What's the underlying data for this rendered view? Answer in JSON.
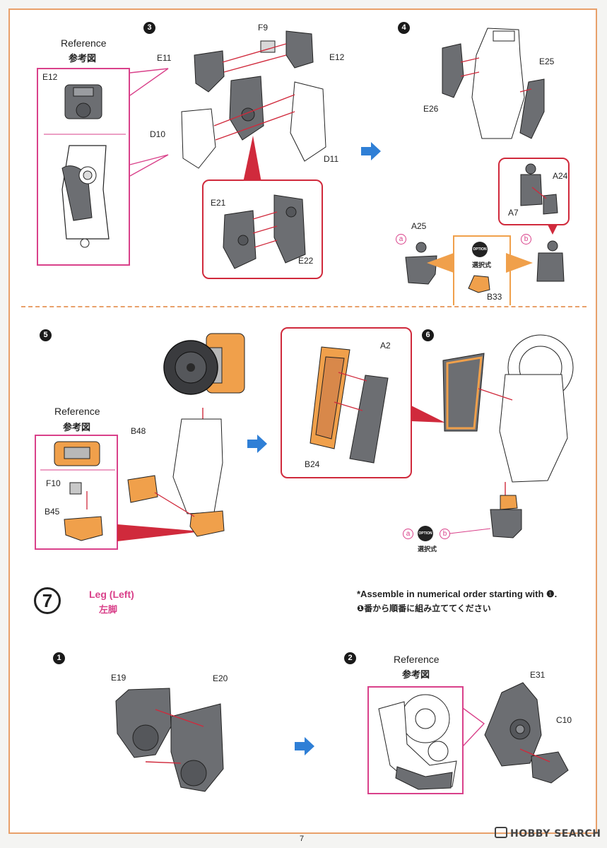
{
  "steps": {
    "s3": {
      "num": "3"
    },
    "s4": {
      "num": "4"
    },
    "s5": {
      "num": "5"
    },
    "s6": {
      "num": "6"
    },
    "leg1": {
      "num": "1"
    },
    "leg2": {
      "num": "2"
    }
  },
  "reference": {
    "title_en": "Reference",
    "title_jp": "参考図"
  },
  "parts": {
    "e12_ref": "E12",
    "f9": "F9",
    "e11": "E11",
    "e12": "E12",
    "d10": "D10",
    "d11": "D11",
    "e21": "E21",
    "e22": "E22",
    "e25": "E25",
    "e26": "E26",
    "a24": "A24",
    "a7": "A7",
    "a25": "A25",
    "b33": "B33",
    "a2": "A2",
    "b24": "B24",
    "b48": "B48",
    "f10": "F10",
    "b45": "B45",
    "e19": "E19",
    "e20": "E20",
    "e31": "E31",
    "c10": "C10"
  },
  "option": {
    "badge": "OPTION",
    "label_jp": "選択式",
    "a": "a",
    "b": "b"
  },
  "section7": {
    "number": "7",
    "title_en": "Leg (Left)",
    "title_jp": "左脚",
    "note_en": "*Assemble in numerical order starting with ❶.",
    "note_jp": "❶番から順番に組み立ててください"
  },
  "colors": {
    "border": "#e8a06a",
    "pink": "#d9418a",
    "red": "#d02a3c",
    "arrow_blue": "#2f7fd6",
    "orange_part": "#f0a04b",
    "gray_part": "#6c6e72"
  },
  "footer": {
    "page": "7",
    "watermark": "HOBBY SEARCH"
  }
}
